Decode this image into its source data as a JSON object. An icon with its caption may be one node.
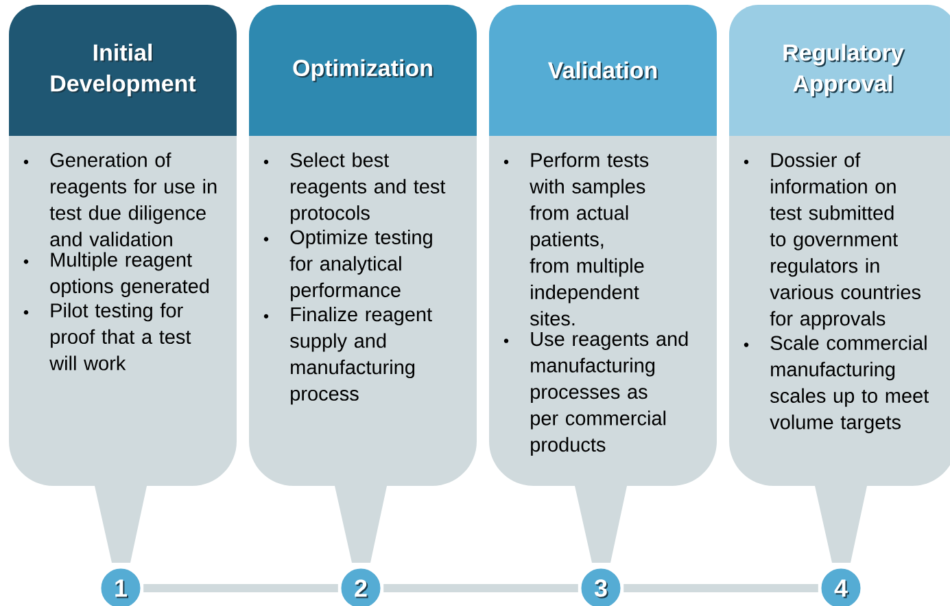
{
  "diagram": {
    "nodes": [
      {
        "text": [
          "Initial Development",
          "Generation of reagents for use in test due diligence and validation",
          "Multiple reagent options generated",
          "Pilot testing for proof that a test will work"
        ]
      },
      {
        "text": [
          "Optimization",
          "Select best reagents and test protocols",
          "Optimize testing for analytical performance",
          "Finalize reagent supply and manufacturing process"
        ]
      },
      {
        "text": [
          "Validation",
          "Perform tests with samples from actual patients, from multiple independent sites.",
          "Use reagents and manufacturing processes as per commercial products"
        ]
      },
      {
        "text": [
          "Regulatory Approval",
          "Dossier of information on test submitted to government regulators in various countries for approvals",
          "Scale commercial manufacturing scales up to meet volume targets"
        ]
      },
      {
        "text": [
          "1"
        ]
      },
      {
        "text": [
          "2"
        ]
      },
      {
        "text": [
          "3"
        ]
      },
      {
        "text": [
          "4"
        ]
      }
    ],
    "edges": [
      {
        "from": 4,
        "to": 5,
        "arrow": "none"
      },
      {
        "from": 5,
        "to": 6,
        "arrow": "none"
      },
      {
        "from": 6,
        "to": 7,
        "arrow": "none"
      }
    ]
  }
}
